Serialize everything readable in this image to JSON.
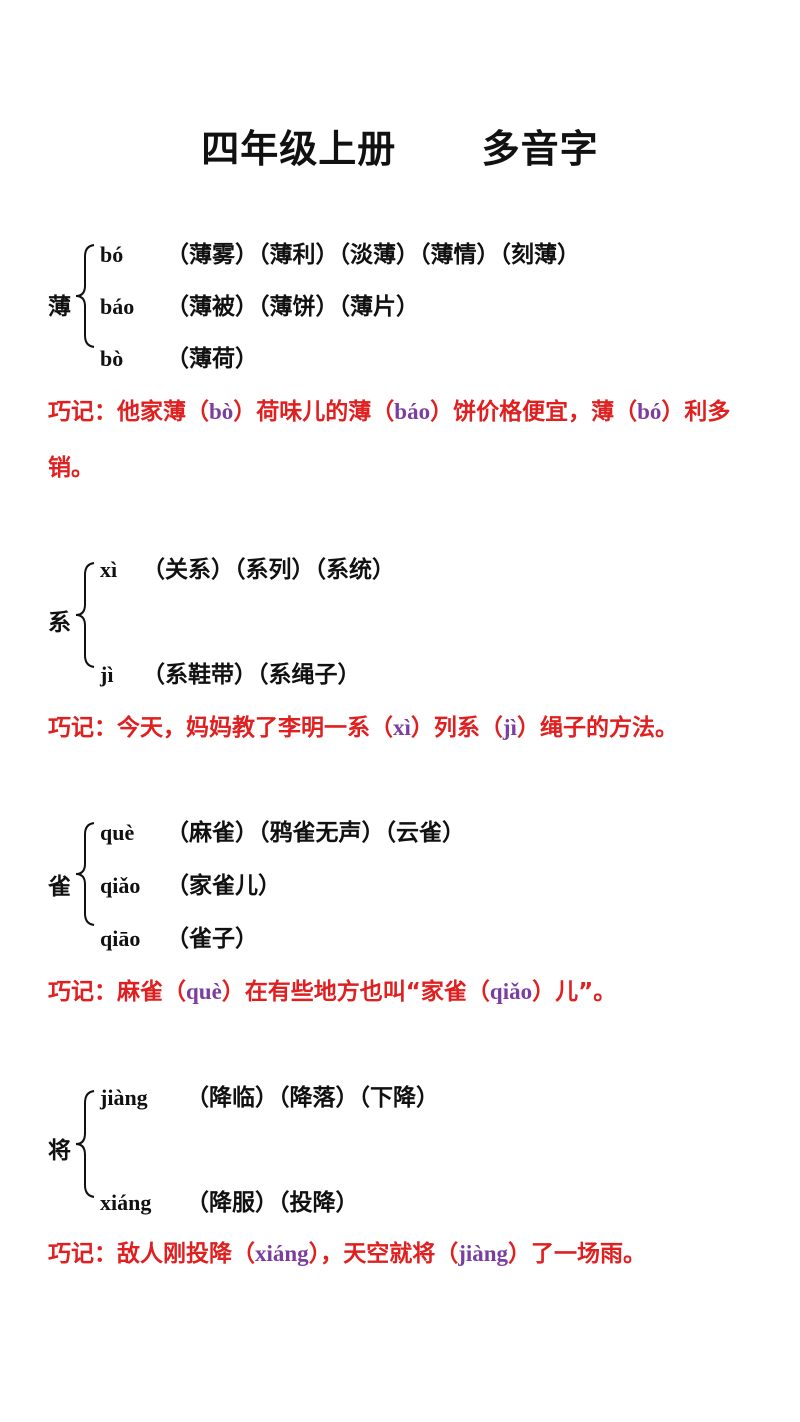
{
  "title": "四年级上册      多音字",
  "colors": {
    "tip": "#e02020",
    "pinyin_highlight": "#7a3ea0",
    "text": "#111111"
  },
  "entries": [
    {
      "char": "薄",
      "readings": [
        {
          "pinyin": "bó",
          "words": "（薄雾）（薄利）（淡薄）（薄情）（刻薄）"
        },
        {
          "pinyin": "báo",
          "words": "（薄被）（薄饼）（薄片）"
        },
        {
          "pinyin": "bò",
          "words": "（薄荷）"
        }
      ],
      "tip": [
        {
          "t": "巧记：他家薄（"
        },
        {
          "p": "bò"
        },
        {
          "t": "）荷味儿的薄（"
        },
        {
          "p": "báo"
        },
        {
          "t": "）饼价格便宜，薄（"
        },
        {
          "p": "bó"
        },
        {
          "t": "）利多销。"
        }
      ]
    },
    {
      "char": "系",
      "readings": [
        {
          "pinyin": "xì",
          "words": "（关系）（系列）（系统）"
        },
        {
          "pinyin": "jì",
          "words": "（系鞋带）（系绳子）"
        }
      ],
      "tip": [
        {
          "t": "巧记：今天，妈妈教了李明一系（"
        },
        {
          "p": "xì"
        },
        {
          "t": "）列系（"
        },
        {
          "p": "jì"
        },
        {
          "t": "）绳子的方法。"
        }
      ]
    },
    {
      "char": "雀",
      "readings": [
        {
          "pinyin": "què",
          "words": "（麻雀）（鸦雀无声）（云雀）"
        },
        {
          "pinyin": "qiǎo",
          "words": "（家雀儿）"
        },
        {
          "pinyin": "qiāo",
          "words": "（雀子）"
        }
      ],
      "tip": [
        {
          "t": "巧记：麻雀（"
        },
        {
          "p": "què"
        },
        {
          "t": "）在有些地方也叫“家雀（"
        },
        {
          "p": "qiǎo"
        },
        {
          "t": "）儿”。"
        }
      ]
    },
    {
      "char": "将",
      "readings": [
        {
          "pinyin": "jiàng",
          "words": "（降临）（降落）（下降）"
        },
        {
          "pinyin": "xiáng",
          "words": "（降服）（投降）"
        }
      ],
      "tip": [
        {
          "t": "巧记：敌人刚投降（"
        },
        {
          "p": "xiáng"
        },
        {
          "t": "），天空就将（"
        },
        {
          "p": "jiàng"
        },
        {
          "t": "）了一场雨。"
        }
      ]
    }
  ]
}
